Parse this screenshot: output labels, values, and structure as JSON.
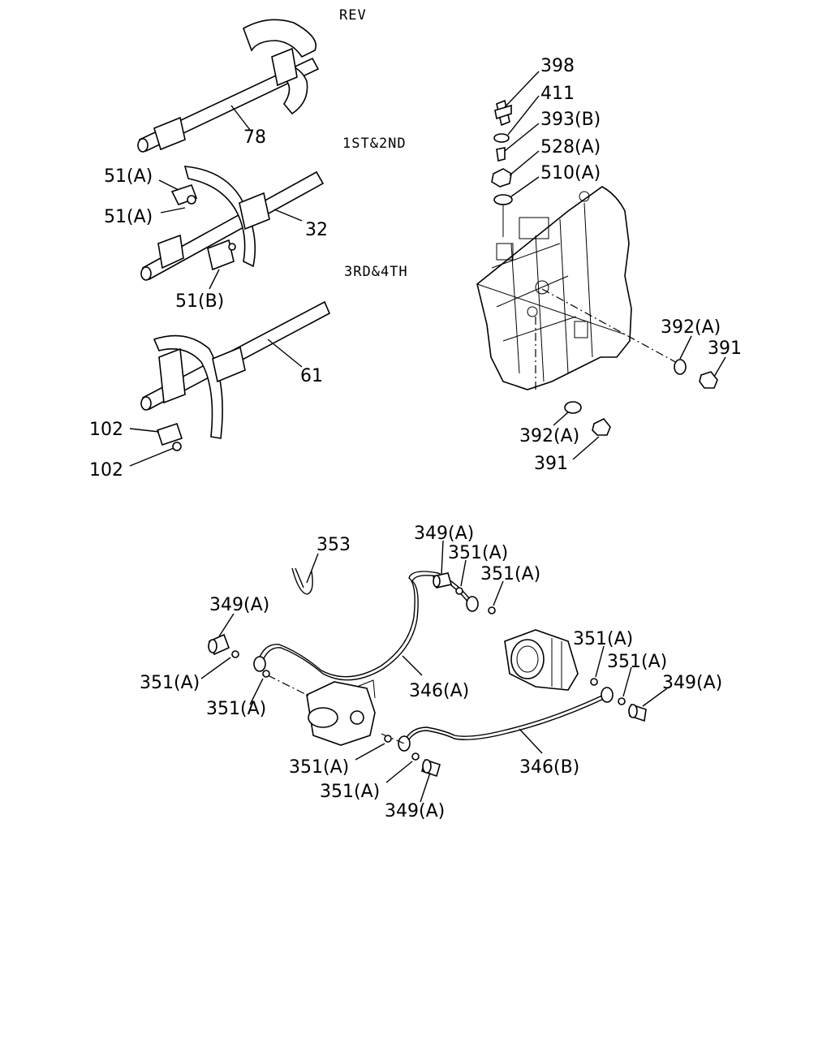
{
  "group_labels": {
    "rev": "REV",
    "first_second": "1ST&2ND",
    "third_fourth": "3RD&4TH"
  },
  "callouts": {
    "shift_rod_rev": "78",
    "bolt_51a_top": "51(A)",
    "bolt_51a_bottom": "51(A)",
    "shift_rod_12": "32",
    "block_51b": "51(B)",
    "shift_rod_34": "61",
    "pin_102_top": "102",
    "pin_102_bottom": "102",
    "switch_398": "398",
    "part_411": "411",
    "part_393b": "393(B)",
    "part_528a": "528(A)",
    "part_510a": "510(A)",
    "washer_392a_right": "392(A)",
    "plug_391_right": "391",
    "washer_392a_bottom": "392(A)",
    "plug_391_bottom": "391",
    "clip_353": "353",
    "bolt_349a_top": "349(A)",
    "washer_351a_1": "351(A)",
    "washer_351a_2": "351(A)",
    "bolt_349a_left": "349(A)",
    "washer_351a_3": "351(A)",
    "washer_351a_4": "351(A)",
    "pipe_346a": "346(A)",
    "washer_351a_5": "351(A)",
    "washer_351a_6": "351(A)",
    "bolt_349a_right": "349(A)",
    "washer_351a_7": "351(A)",
    "washer_351a_8": "351(A)",
    "pipe_346b": "346(B)",
    "bolt_349a_bottom": "349(A)"
  }
}
